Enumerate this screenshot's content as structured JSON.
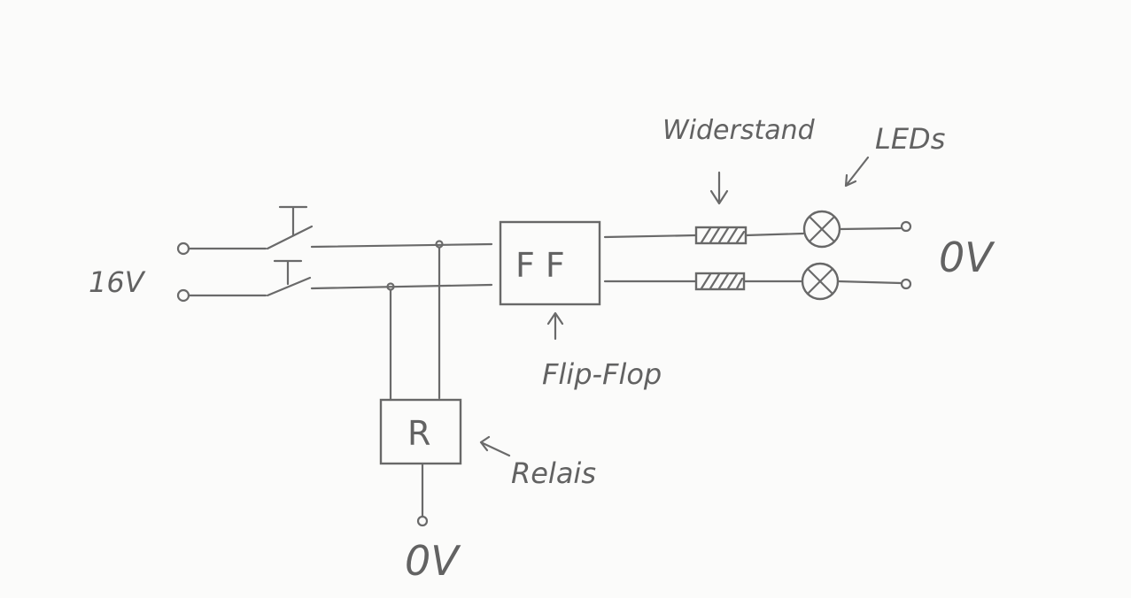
{
  "labels": {
    "supply": "16V",
    "ground_right": "0V",
    "ground_bottom": "0V",
    "resistor": "Widerstand",
    "leds": "LEDs",
    "flipflop_box": "F F",
    "flipflop": "Flip-Flop",
    "relay_box": "R",
    "relay": "Relais"
  },
  "colors": {
    "pencil": "#6a6a6a",
    "paper": "#fbfbfa"
  }
}
